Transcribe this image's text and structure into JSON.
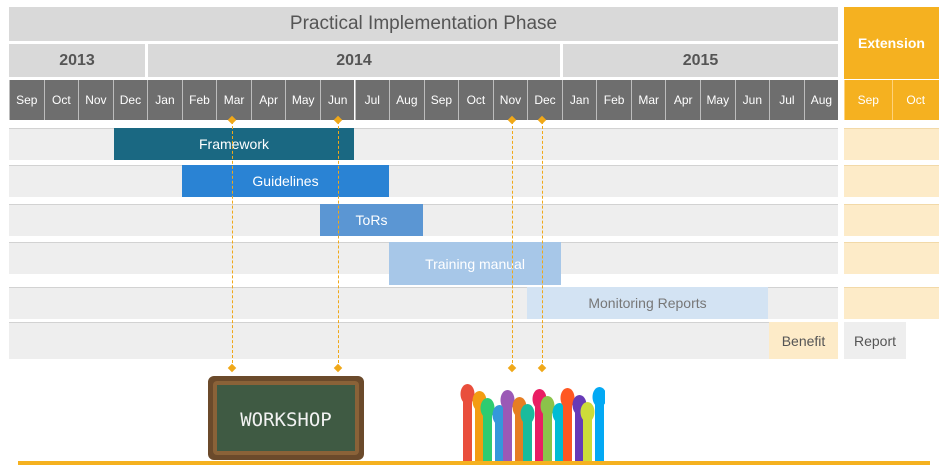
{
  "header": {
    "phase_title": "Practical Implementation Phase",
    "extension_title": "Extension",
    "years": [
      "2013",
      "2014",
      "2015"
    ]
  },
  "months": [
    "Sep",
    "Oct",
    "Nov",
    "Dec",
    "Jan",
    "Feb",
    "Mar",
    "Apr",
    "May",
    "Jun",
    "Jul",
    "Aug",
    "Sep",
    "Oct",
    "Nov",
    "Dec",
    "Jan",
    "Feb",
    "Mar",
    "Apr",
    "May",
    "Jun",
    "Jul",
    "Aug"
  ],
  "extension_months": [
    "Sep",
    "Oct"
  ],
  "tasks": [
    {
      "label": "Framework",
      "color": "#1a6882"
    },
    {
      "label": "Guidelines",
      "color": "#2a83d4"
    },
    {
      "label": "ToRs",
      "color": "#5b96d3"
    },
    {
      "label": "Training manual",
      "color": "#a7c7e8"
    },
    {
      "label": "Monitoring Reports",
      "color": "#d3e3f3",
      "text_color": "#777777"
    }
  ],
  "milestones": {
    "benefit": "Benefit",
    "report": "Report"
  },
  "images": {
    "workshop_sign": "WORKSHOP",
    "hands": "raised-hands-illustration"
  },
  "colors": {
    "accent": "#f5b120",
    "grey_header": "#d9d9d9",
    "month_header": "#6e6e6e"
  }
}
